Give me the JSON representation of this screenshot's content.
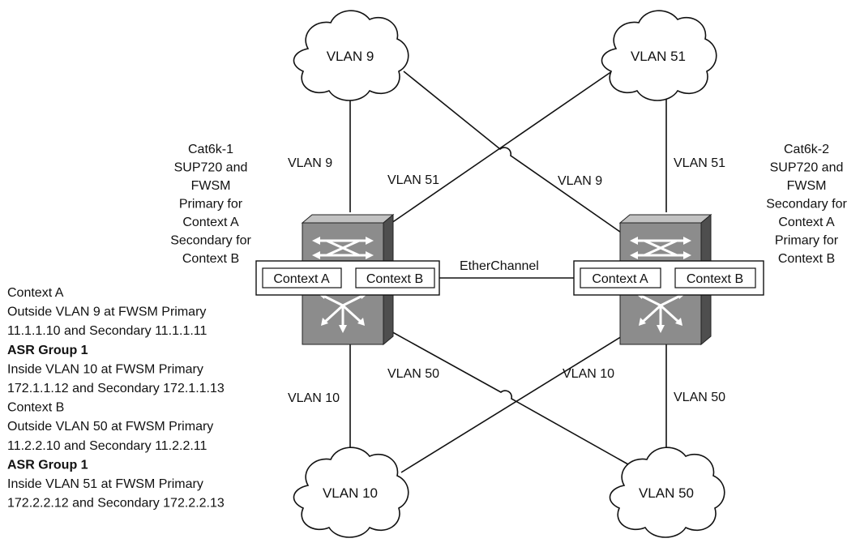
{
  "clouds": {
    "top_left": "VLAN 9",
    "top_right": "VLAN 51",
    "bottom_left": "VLAN 10",
    "bottom_right": "VLAN 50"
  },
  "links": {
    "left_top_vertical": "VLAN 9",
    "cross_top_51": "VLAN 51",
    "cross_top_9": "VLAN 9",
    "right_top_vertical": "VLAN 51",
    "left_bottom_vertical": "VLAN 10",
    "cross_bottom_50": "VLAN 50",
    "cross_bottom_10": "VLAN 10",
    "right_bottom_vertical": "VLAN 50",
    "etherchannel": "EtherChannel"
  },
  "switch_left": {
    "context_a": "Context A",
    "context_b": "Context B",
    "desc": [
      "Cat6k-1",
      "SUP720 and",
      "FWSM",
      "Primary for",
      "Context A",
      "Secondary for",
      "Context B"
    ]
  },
  "switch_right": {
    "context_a": "Context A",
    "context_b": "Context B",
    "desc": [
      "Cat6k-2",
      "SUP720 and",
      "FWSM",
      "Secondary for",
      "Context A",
      "Primary for",
      "Context B"
    ]
  },
  "notes": [
    {
      "text": "Context A",
      "bold": false
    },
    {
      "text": "Outside VLAN 9 at FWSM Primary",
      "bold": false
    },
    {
      "text": "11.1.1.10 and Secondary 11.1.1.11",
      "bold": false
    },
    {
      "text": "ASR Group 1",
      "bold": true
    },
    {
      "text": "Inside VLAN 10 at FWSM Primary",
      "bold": false
    },
    {
      "text": "172.1.1.12 and Secondary 172.1.1.13",
      "bold": false
    },
    {
      "text": "Context B",
      "bold": false
    },
    {
      "text": "Outside VLAN 50 at FWSM Primary",
      "bold": false
    },
    {
      "text": "11.2.2.10 and Secondary 11.2.2.11",
      "bold": false
    },
    {
      "text": "ASR Group 1",
      "bold": true
    },
    {
      "text": "Inside VLAN 51 at FWSM Primary",
      "bold": false
    },
    {
      "text": "172.2.2.12 and Secondary 172.2.2.13",
      "bold": false
    }
  ],
  "colors": {
    "line": "#111111",
    "switch_face": "#8f8f8f",
    "switch_top": "#b9b9b9",
    "switch_side": "#5a5a5a"
  }
}
